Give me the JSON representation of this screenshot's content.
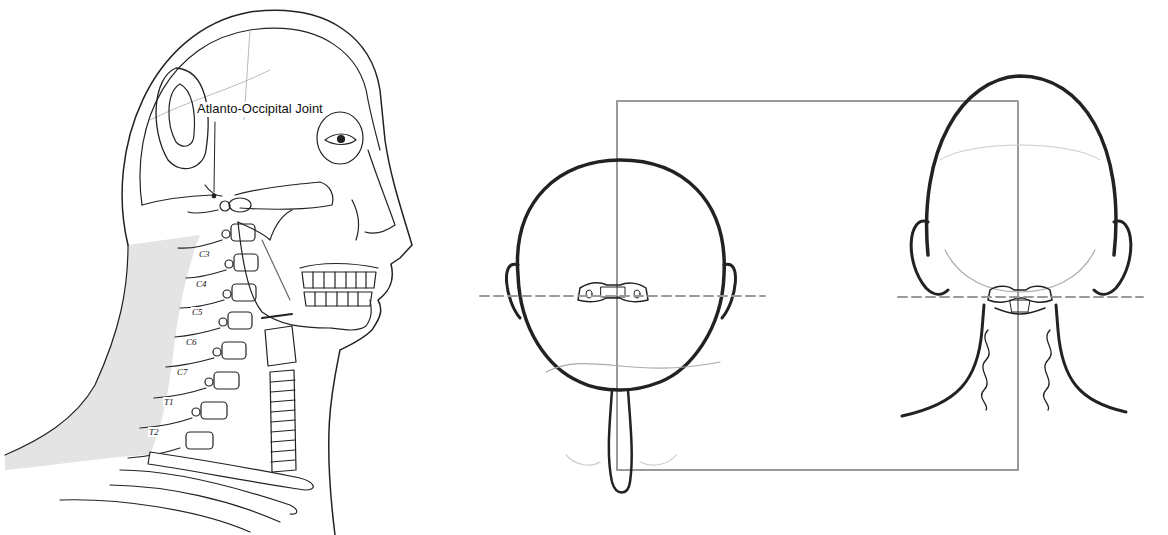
{
  "diagram": {
    "labels": [
      "Atlanto-Occipital Joint",
      "C3",
      "C4",
      "C5",
      "C6",
      "C7",
      "T1",
      "T2"
    ]
  }
}
